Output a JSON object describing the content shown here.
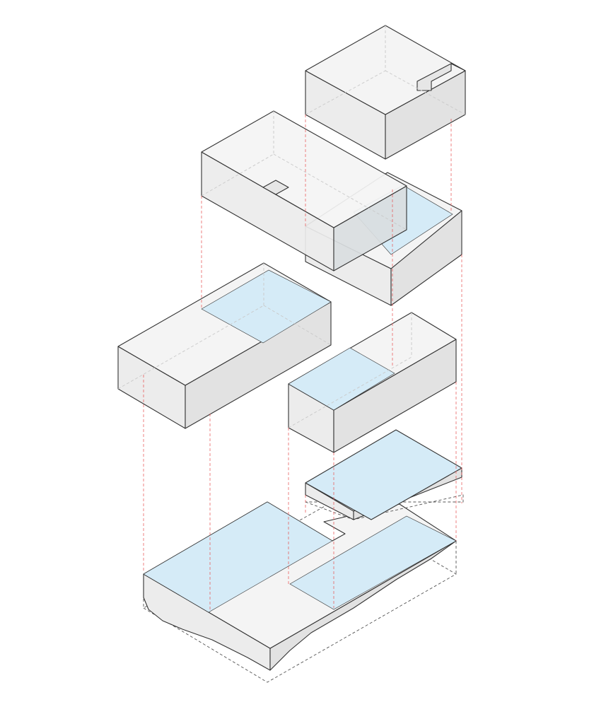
{
  "diagram": {
    "type": "exploded-axonometric",
    "colors": {
      "background": "#ffffff",
      "top_face": "#f4f4f4",
      "left_face": "#ececec",
      "right_face": "#e2e2e2",
      "highlight_fill": "#d5ebf7",
      "outline_stroke": "#333333",
      "hidden_line": "#c9c9c9",
      "projection_line": "#e85a5a",
      "ground_outline": "#555555"
    },
    "volumes": [
      {
        "label": "top-box"
      },
      {
        "label": "upper-long-box"
      },
      {
        "label": "upper-right-box"
      },
      {
        "label": "middle-left-box"
      },
      {
        "label": "middle-right-box"
      },
      {
        "label": "thin-plate"
      },
      {
        "label": "ground-plinth"
      }
    ]
  }
}
